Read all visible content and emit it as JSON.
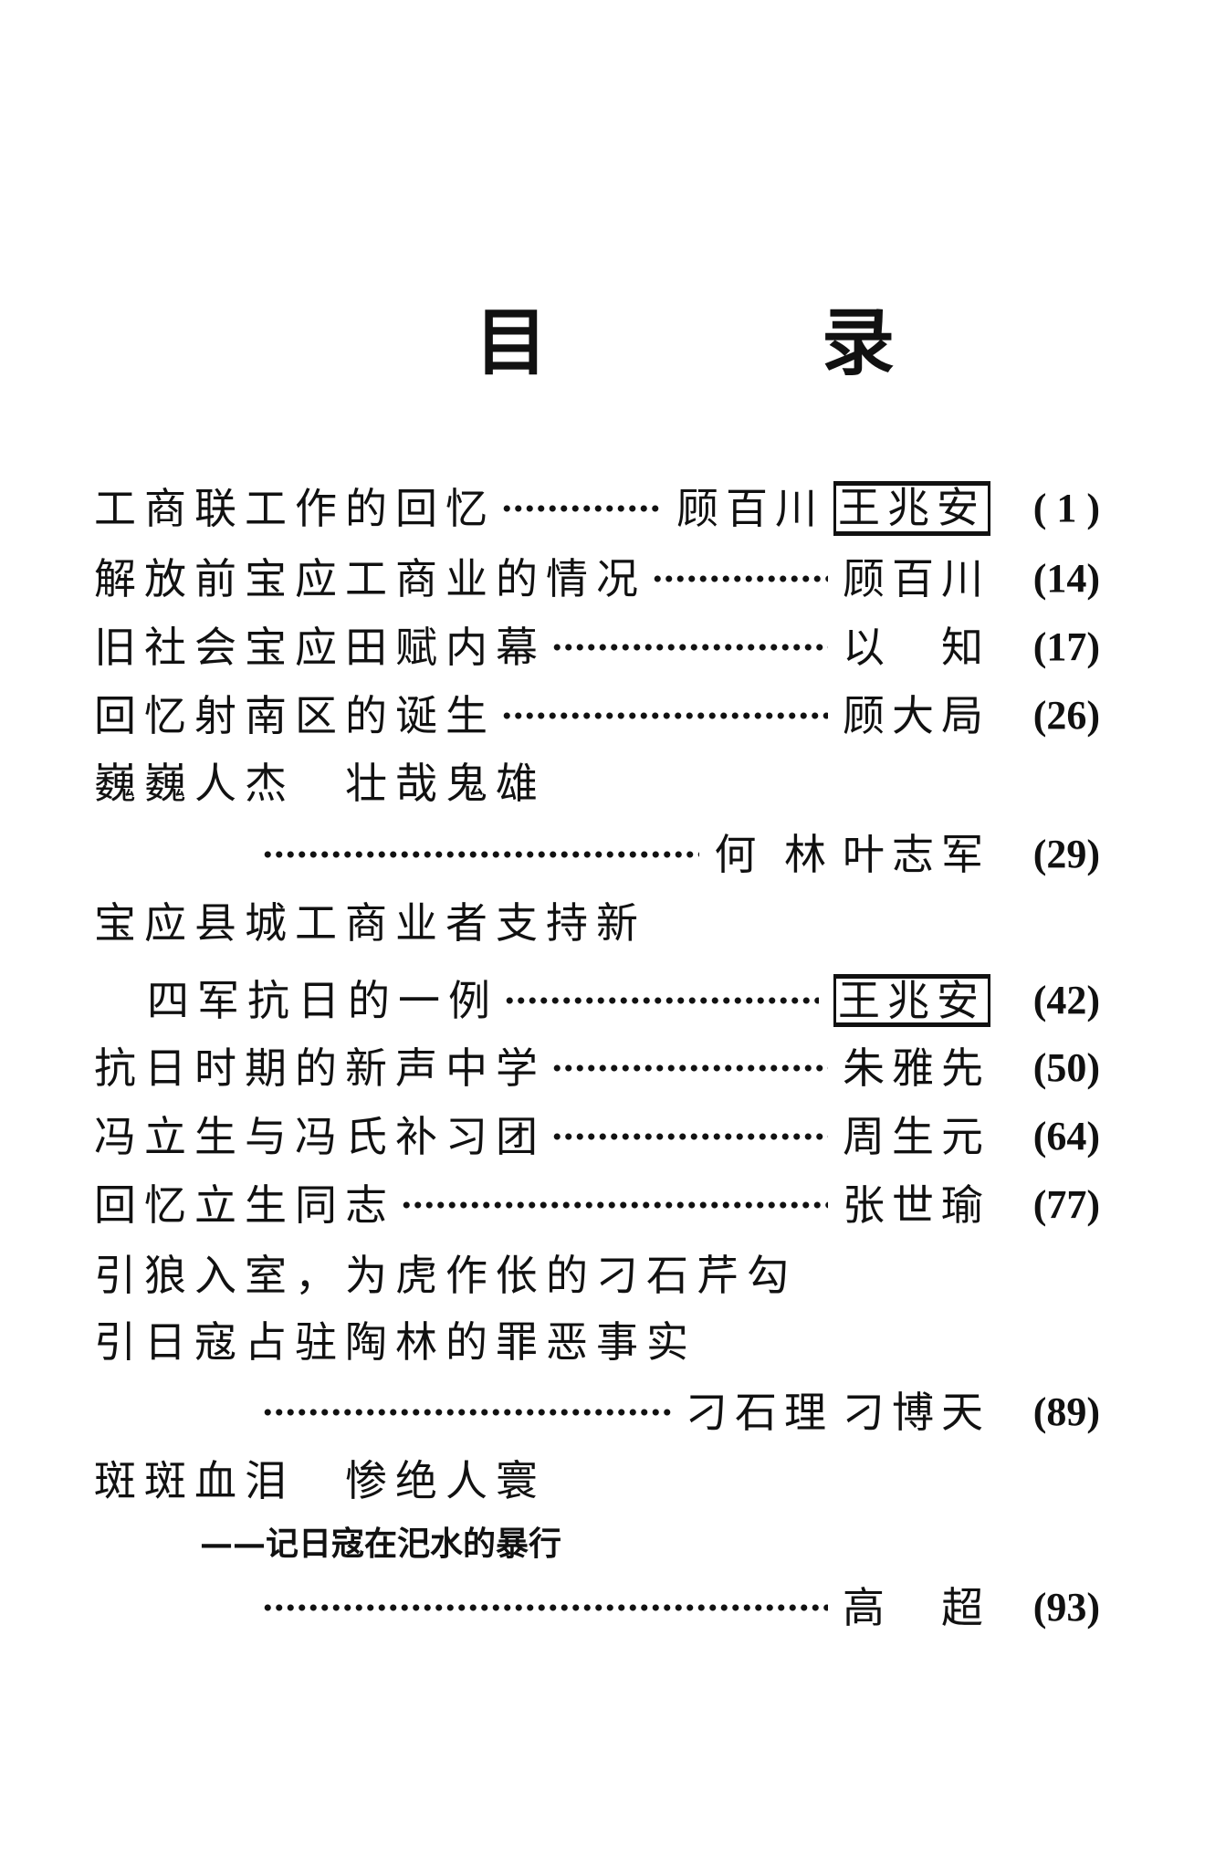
{
  "title": "目　录",
  "entries": [
    {
      "title": "工商联工作的回忆",
      "authors": [
        {
          "name": "顾百川",
          "boxed": false
        },
        {
          "name": "王兆安",
          "boxed": true
        }
      ],
      "page": "( 1 )"
    },
    {
      "title": "解放前宝应工商业的情况",
      "authors": [
        {
          "name": "顾百川",
          "boxed": false
        }
      ],
      "page": "(14)"
    },
    {
      "title": "旧社会宝应田赋内幕",
      "authors": [
        {
          "name": "以　知",
          "boxed": false
        }
      ],
      "page": "(17)"
    },
    {
      "title": "回忆射南区的诞生",
      "authors": [
        {
          "name": "顾大局",
          "boxed": false
        }
      ],
      "page": "(26)"
    },
    {
      "title": "巍巍人杰　壮哉鬼雄",
      "authors": [],
      "page": ""
    },
    {
      "title": "",
      "authors": [
        {
          "name": "何 林",
          "boxed": false
        },
        {
          "name": "叶志军",
          "boxed": false
        }
      ],
      "page": "(29)"
    },
    {
      "title": "宝应县城工商业者支持新",
      "authors": [],
      "page": ""
    },
    {
      "title": "四军抗日的一例",
      "authors": [
        {
          "name": "王兆安",
          "boxed": true
        }
      ],
      "page": "(42)"
    },
    {
      "title": "抗日时期的新声中学",
      "authors": [
        {
          "name": "朱雅先",
          "boxed": false
        }
      ],
      "page": "(50)"
    },
    {
      "title": "冯立生与冯氏补习团",
      "authors": [
        {
          "name": "周生元",
          "boxed": false
        }
      ],
      "page": "(64)"
    },
    {
      "title": "回忆立生同志",
      "authors": [
        {
          "name": "张世瑜",
          "boxed": false
        }
      ],
      "page": "(77)"
    },
    {
      "title": "引狼入室，为虎作伥的刁石芹勾",
      "authors": [],
      "page": ""
    },
    {
      "title": "引日寇占驻陶林的罪恶事实",
      "authors": [],
      "page": ""
    },
    {
      "title": "",
      "authors": [
        {
          "name": "刁石理",
          "boxed": false
        },
        {
          "name": "刁博天",
          "boxed": false
        }
      ],
      "page": "(89)"
    },
    {
      "title": "斑斑血泪　惨绝人寰",
      "authors": [],
      "page": ""
    },
    {
      "subtitle": "——记日寇在汜水的暴行"
    },
    {
      "title": "",
      "authors": [
        {
          "name": "高　超",
          "boxed": false
        }
      ],
      "page": "(93)"
    }
  ]
}
